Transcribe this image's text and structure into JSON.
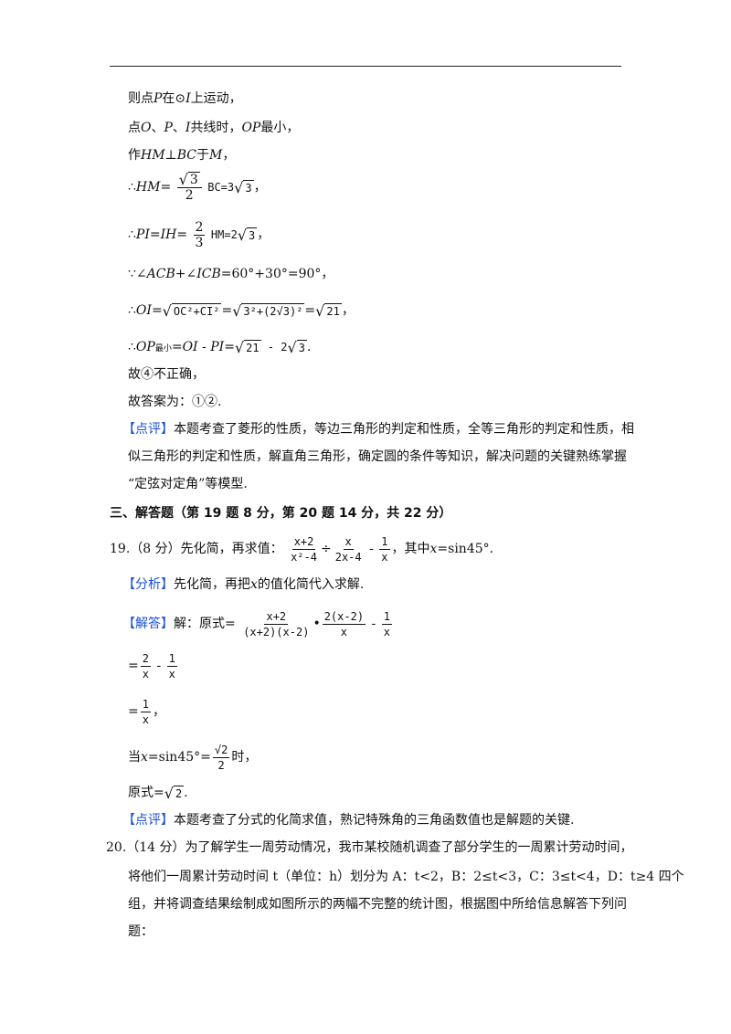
{
  "lines": {
    "l1": {
      "a": "则点",
      "b": "P",
      "c": "在",
      "circ": "⊙",
      "d": "I",
      "e": "上运动，"
    },
    "l2": {
      "a": "点",
      "b": "O",
      "c": "、",
      "d": "P",
      "e": "、",
      "f": "I",
      "g": "共线时，",
      "h": "OP",
      "k": "最小，"
    },
    "l3": {
      "a": "作",
      "b": "HM",
      "c": "⊥",
      "d": "BC",
      "e": "于",
      "f": "M",
      "g": "，"
    },
    "l4": {
      "a": "∴",
      "b": "HM",
      "c": "=",
      "num": "3",
      "den": "2",
      "d": "BC=3",
      "sq": "3",
      "e": "，"
    },
    "l5": {
      "a": "∴",
      "b": "PI",
      "c": "=",
      "d": "IH",
      "e": "=",
      "num": "2",
      "den": "3",
      "f": "HM=2",
      "sq": "3",
      "g": "，"
    },
    "l6": {
      "a": "∵∠",
      "b": "ACB",
      "c": "+∠",
      "d": "ICB",
      "e": "=60°+30°=90°，"
    },
    "l7": {
      "a": "∴",
      "b": "OI",
      "c": "=",
      "sq1": "OC²+CI²",
      "d": "=",
      "sq2": "3²+(2√3)²",
      "e": "=",
      "sq3": "21",
      "f": "，"
    },
    "l8": {
      "a": "∴",
      "b": "OP",
      "sub": "最小",
      "c": "=",
      "d": "OI",
      "e": " - ",
      "f": "PI",
      "g": "=",
      "sq1": "21",
      "h": " - 2",
      "sq2": "3",
      "k": "."
    },
    "l9": {
      "a": "故",
      "circ": "④",
      "b": "不正确，"
    },
    "l10": {
      "a": "故答案为：",
      "c1": "①",
      "c2": "②",
      "b": "."
    },
    "l11": {
      "tag": "【点评】",
      "text": "本题考查了菱形的性质，等边三角形的判定和性质，全等三角形的判定和性质，相"
    },
    "l12": {
      "text": "似三角形的判定和性质，解直角三角形，确定圆的条件等知识，解决问题的关键熟练掌握"
    },
    "l13": {
      "text": "“定弦对定角”等模型."
    },
    "l14": {
      "text": "三、解答题（第 19 题 8 分，第 20 题 14 分，共 22 分）"
    },
    "l15": {
      "num": "19.",
      "a": "（8 分）先化简，再求值：",
      "f1n": "x+2",
      "f1d": "x²-4",
      "op1": "÷",
      "f2n": "x",
      "f2d": "2x-4",
      "op2": " - ",
      "f3n": "1",
      "f3d": "x",
      "b": "，其中",
      "x": "x",
      "c": "=sin45°."
    },
    "l16": {
      "tag": "【分析】",
      "a": "先化简，再把",
      "x": "x",
      "b": "的值化简代入求解."
    },
    "l17": {
      "tag": "【解答】",
      "a": "解：原式=",
      "f1n": "x+2",
      "f1d": "(x+2)(x-2)",
      "op1": "•",
      "f2n": "2(x-2)",
      "f2d": "x",
      "op2": " - ",
      "f3n": "1",
      "f3d": "x"
    },
    "l18": {
      "a": "=",
      "f1n": "2",
      "f1d": "x",
      "op": " - ",
      "f2n": "1",
      "f2d": "x"
    },
    "l19": {
      "a": "=",
      "fn": "1",
      "fd": "x",
      "b": "，"
    },
    "l20": {
      "a": "当",
      "x": "x",
      "b": "=sin45°=",
      "fn": "√2",
      "fd": "2",
      "c": "时，"
    },
    "l21": {
      "a": "原式=",
      "sq": "2",
      "b": "."
    },
    "l22": {
      "tag": "【点评】",
      "text": "本题考查了分式的化简求值，熟记特殊角的三角函数值也是解题的关键."
    },
    "l23": {
      "num": "20.",
      "text": "（14 分）为了解学生一周劳动情况，我市某校随机调查了部分学生的一周累计劳动时间，"
    },
    "l24": {
      "text": "将他们一周累计劳动时间 t（单位：h）划分为 A：t<2，B：2≤t<3，C：3≤t<4，D：t≥4 四个"
    },
    "l25": {
      "text": "组，并将调查结果绘制成如图所示的两幅不完整的统计图，根据图中所给信息解答下列问"
    },
    "l26": {
      "text": "题："
    }
  }
}
